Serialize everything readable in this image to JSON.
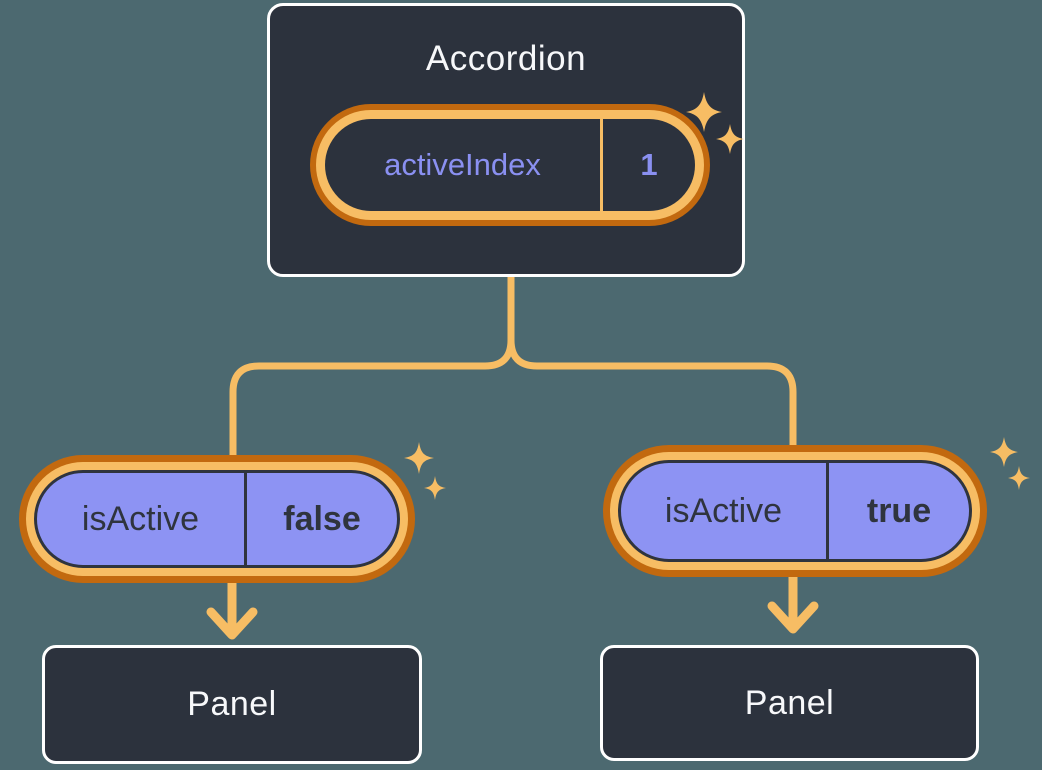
{
  "colors": {
    "background": "#4C6970",
    "box_fill": "#2C323D",
    "box_border": "#FFFFFF",
    "heading_text": "#F7F8FA",
    "state_text_purple": "#8A90F1",
    "pill_fill_purple": "#8D93F3",
    "pill_text_dark": "#2F343E",
    "orange_light": "#F7BD64",
    "orange_dark": "#C2690F"
  },
  "icons": {
    "sparkles": "four-point-sparkle-stars",
    "arrow": "down-arrow"
  },
  "accordion": {
    "title": "Accordion",
    "state_pill": {
      "label": "activeIndex",
      "value": "1"
    }
  },
  "left_branch": {
    "prop_pill": {
      "label": "isActive",
      "value": "false"
    },
    "panel_label": "Panel"
  },
  "right_branch": {
    "prop_pill": {
      "label": "isActive",
      "value": "true"
    },
    "panel_label": "Panel"
  }
}
